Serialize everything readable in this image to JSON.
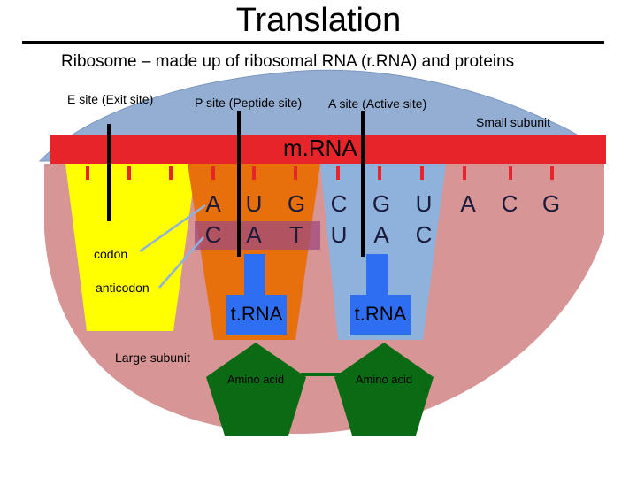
{
  "title": "Translation",
  "subtitle": "Ribosome – made up of ribosomal RNA (r.RNA) and proteins",
  "sites": {
    "e_site": "E site (Exit site)",
    "p_site": "P site (Peptide site)",
    "a_site": "A site (Active site)"
  },
  "subunits": {
    "small": "Small subunit",
    "large": "Large subunit"
  },
  "mrna_label": "m.RNA",
  "codon_label": "codon",
  "anticodon_label": "anticodon",
  "codon_sequence": [
    "A",
    "U",
    "G",
    "C",
    "G",
    "U",
    "A",
    "C",
    "G"
  ],
  "anticodon_sequence": [
    "C",
    "A",
    "T",
    "U",
    "A",
    "C"
  ],
  "trna_labels": [
    "t.RNA",
    "t.RNA"
  ],
  "amino_acid_labels": [
    "Amino acid",
    "Amino acid"
  ],
  "colors": {
    "small_subunit": "#93aed2",
    "large_subunit": "#d89595",
    "mrna_band": "#e8242b",
    "e_site_trna": "#ffff00",
    "p_site_trna": "#e8700c",
    "a_site_trna": "#8fb2dc",
    "trna_stem": "#2e6ff2",
    "amino_acid": "#0b6b14",
    "anticodon_band": "#a04a7e"
  }
}
